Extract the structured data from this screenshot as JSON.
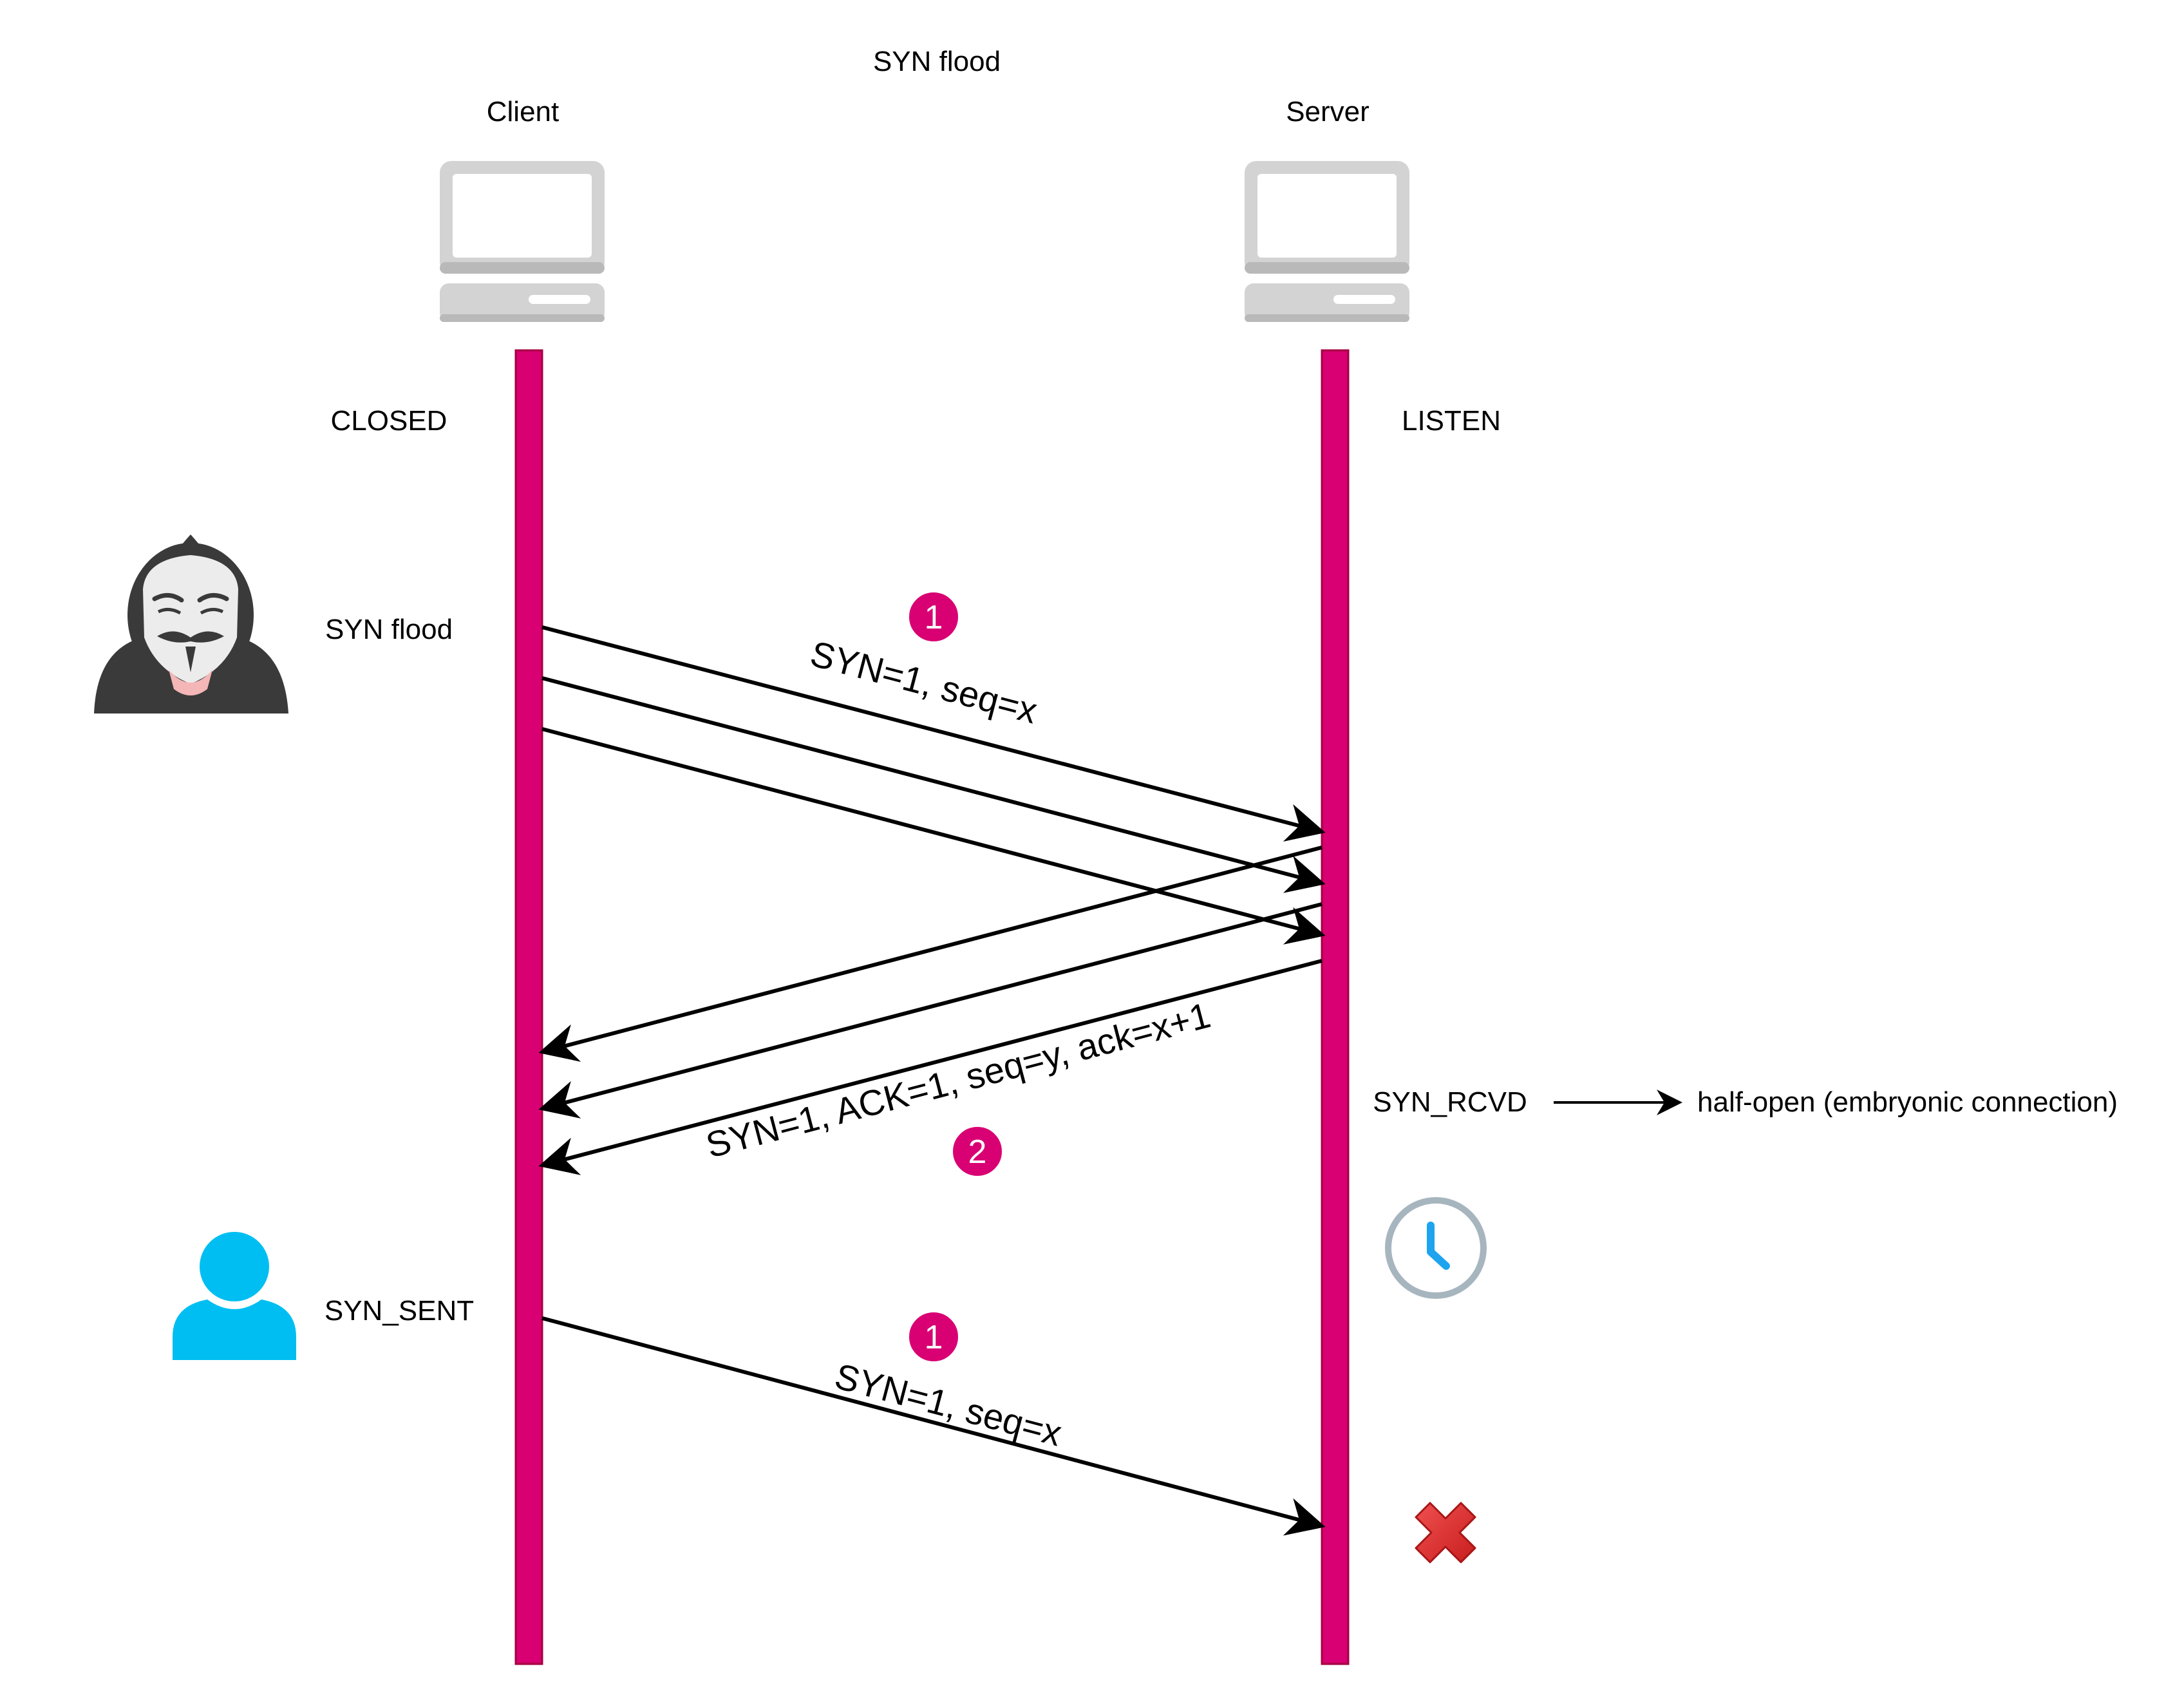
{
  "title": "SYN flood",
  "client": {
    "label": "Client",
    "state": "CLOSED"
  },
  "server": {
    "label": "Server",
    "state": "LISTEN"
  },
  "attacker": {
    "label": "SYN flood"
  },
  "user": {
    "label": "SYN_SENT"
  },
  "messages": {
    "syn_top": "SYN=1, seq=x",
    "synack": "SYN=1, ACK=1, seq=y, ack=x+1",
    "syn_bottom": "SYN=1, seq=x"
  },
  "badges": {
    "step1_top": "1",
    "step2": "2",
    "step1_bottom": "1"
  },
  "server_state_rcvd": "SYN_RCVD",
  "half_open_label": "half-open (embryonic connection)",
  "colors": {
    "lifeline": "#d80073",
    "lifeline_stroke": "#a50040",
    "badge": "#d80073",
    "computer": "#d3d3d3",
    "user": "#00bef2",
    "clock": "#1ea3ee",
    "clock_ring": "#a7b5be",
    "x_mark": "#e03030",
    "hacker": "#3a3a3a"
  },
  "icons": [
    "computer-icon",
    "hacker-icon",
    "user-icon",
    "clock-icon",
    "x-mark-icon"
  ]
}
